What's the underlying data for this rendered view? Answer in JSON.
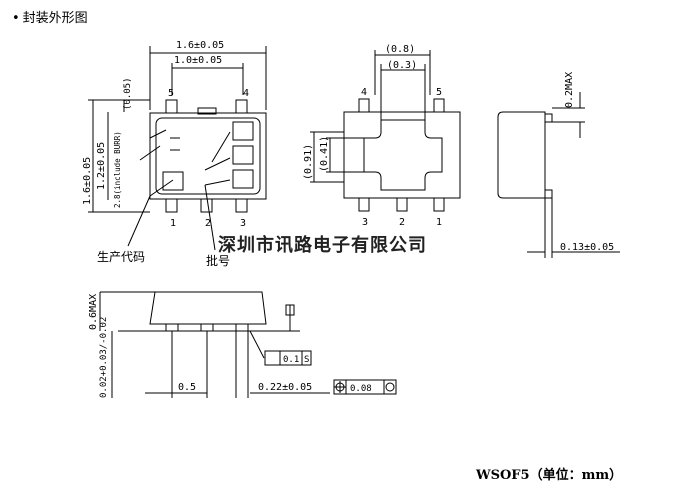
{
  "header": {
    "bullet": "•",
    "title": "封装外形图"
  },
  "watermark": "深圳市讯路电子有限公司",
  "footer": "WSOF5（单位：mm）",
  "top_view": {
    "dim_total_width": "1.6±0.05",
    "dim_pitch_width": "1.0±0.05",
    "dim_total_height": "1.6±0.05",
    "dim_body_height": "1.2±0.05",
    "dim_small": "(0.05)",
    "dim_include_burr": "2.8(include BURR)",
    "pin_top_left": "5",
    "pin_top_right": "4",
    "pin_bottom": [
      "1",
      "2",
      "3"
    ],
    "label_production_code": "生产代码",
    "label_lot_number": "批号"
  },
  "bottom_view": {
    "dim_pad": "(0.8)",
    "dim_pad_inner": "(0.3)",
    "dim_v_outer": "(0.91)",
    "dim_v_inner": "(0.41)",
    "pin_top_left": "4",
    "pin_top_right": "5",
    "pin_bottom": [
      "3",
      "2",
      "1"
    ]
  },
  "side_view": {
    "dim_max": "0.2MAX",
    "dim_lead": "0.13±0.05"
  },
  "front_view": {
    "dim_height_max": "0.6MAX",
    "dim_standoff": "0.02+0.03/-0.02",
    "dim_pitch": "0.5",
    "dim_lead_width": "0.22±0.05",
    "tol_flatness": "0.1",
    "datum": "S",
    "tol_position": "0.08"
  }
}
